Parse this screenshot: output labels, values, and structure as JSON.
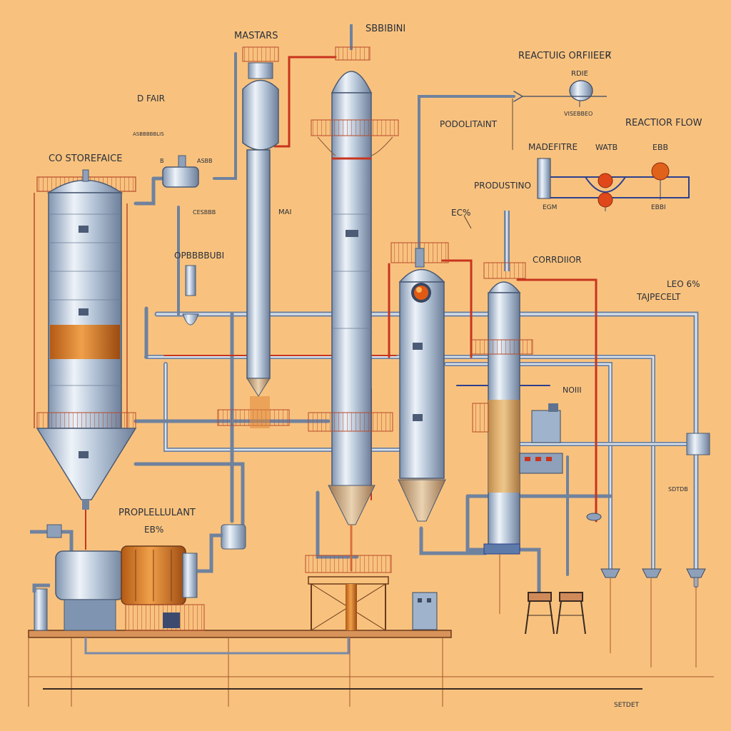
{
  "labels": {
    "mastars": "MASTARS",
    "sbbibini": "SBBIBINI",
    "reactive_orifice": "REACTUIG ORFIIEER",
    "reactive_code": "RDIE",
    "visebbeo": "VISEBBEO",
    "d_fair": "D FAIR",
    "asbbbb": "ASBBBBBLIS",
    "co_storefaice": "CO STOREFAICE",
    "b_code": "B",
    "asbb_small": "ASBB",
    "podolitaint": "PODOLITAINT",
    "reactior_flow": "REACTIOR FLOW",
    "madefitre": "MADEFITRE",
    "watb": "WATB",
    "ebb": "EBB",
    "produstino": "PRODUSTINO",
    "cesbbb": "CESBBB",
    "mai": "MAI",
    "egm_a": "EGM",
    "ebb_b": "EBBI",
    "ec_pct": "EC%",
    "opbbbbi": "OPBBBBUBI",
    "corrdiior": "CORRDIIOR",
    "leo_pct": "LEO 6%",
    "tapecelt": "TAJPECELT",
    "noni": "NOIII",
    "propellant": "PROPLELLULANT",
    "eb_pct": "EB%",
    "sdtdb": "SDTDB",
    "setbet": "SETDET"
  },
  "colors": {
    "background": "#f8c27e",
    "steel_light": "#dfe8f2",
    "steel_mid": "#9fb3cc",
    "steel_dark": "#5f7390",
    "accent_orange": "#e0621a",
    "accent_red": "#c8341e",
    "line_blue": "#2d3f8f"
  },
  "icons": [
    "silo-tank",
    "distillation-column",
    "reactor-vessel",
    "condenser-column",
    "pump-motor",
    "valve",
    "orifice-meter"
  ]
}
